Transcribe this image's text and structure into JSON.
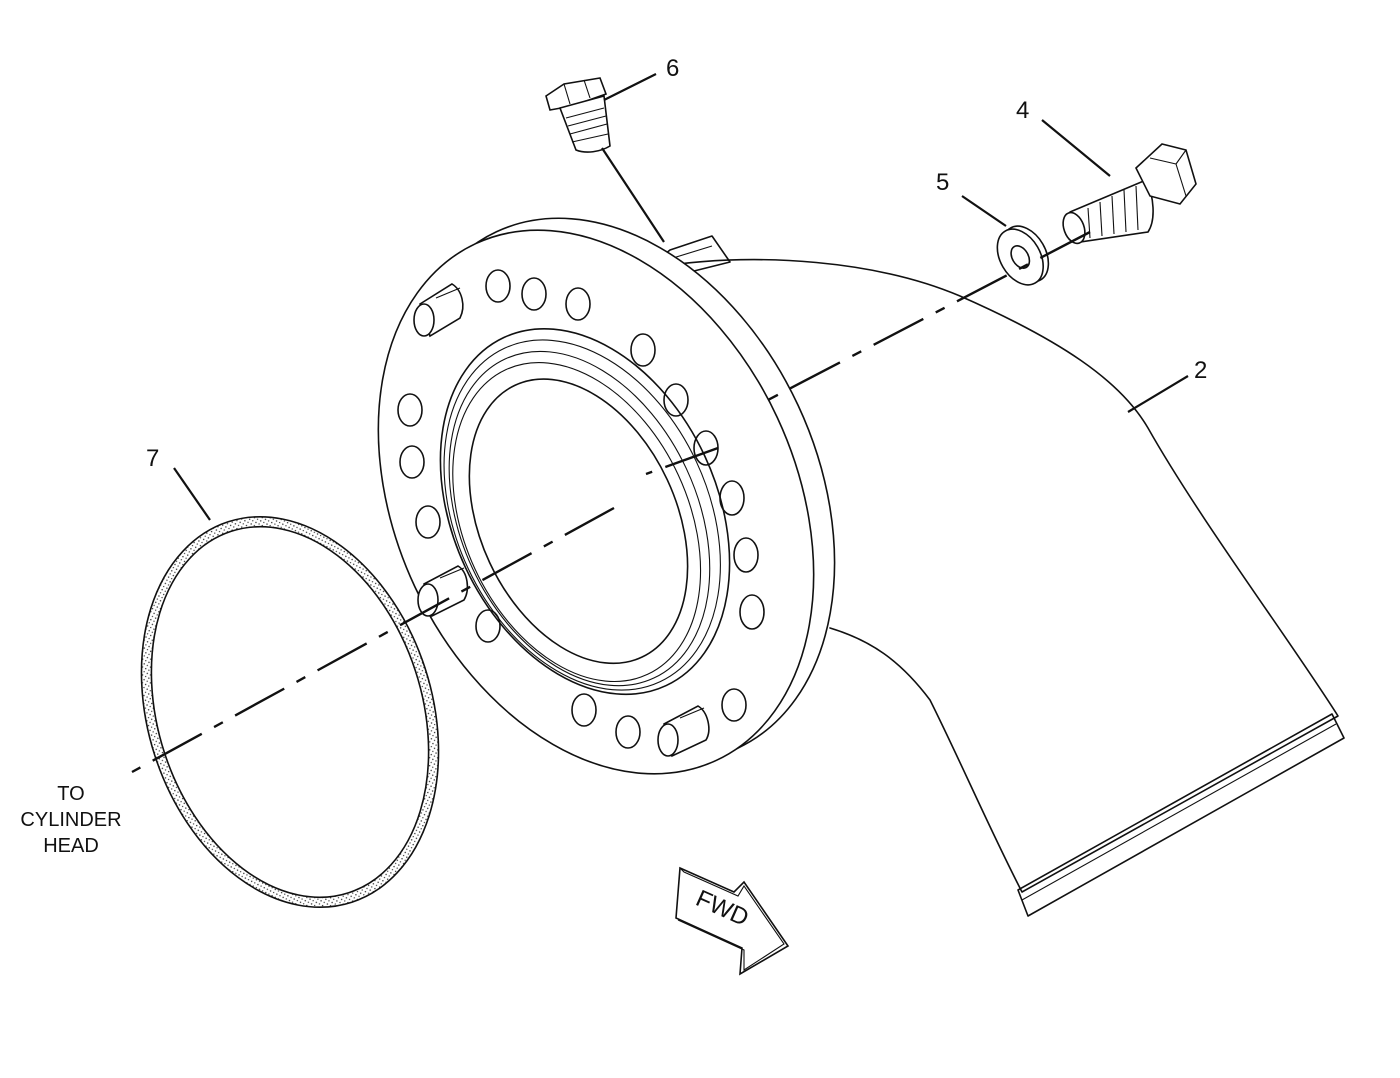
{
  "callouts": {
    "c2": "2",
    "c4": "4",
    "c5": "5",
    "c6": "6",
    "c7": "7"
  },
  "note": {
    "line1": "TO",
    "line2": "CYLINDER",
    "line3": "HEAD"
  },
  "direction_arrow": {
    "label": "FWD"
  },
  "icons": {
    "part2": "elbow-flange-icon",
    "part4": "hex-bolt-icon",
    "part5": "washer-icon",
    "part6": "plug-icon",
    "part7": "seal-ring-icon"
  }
}
